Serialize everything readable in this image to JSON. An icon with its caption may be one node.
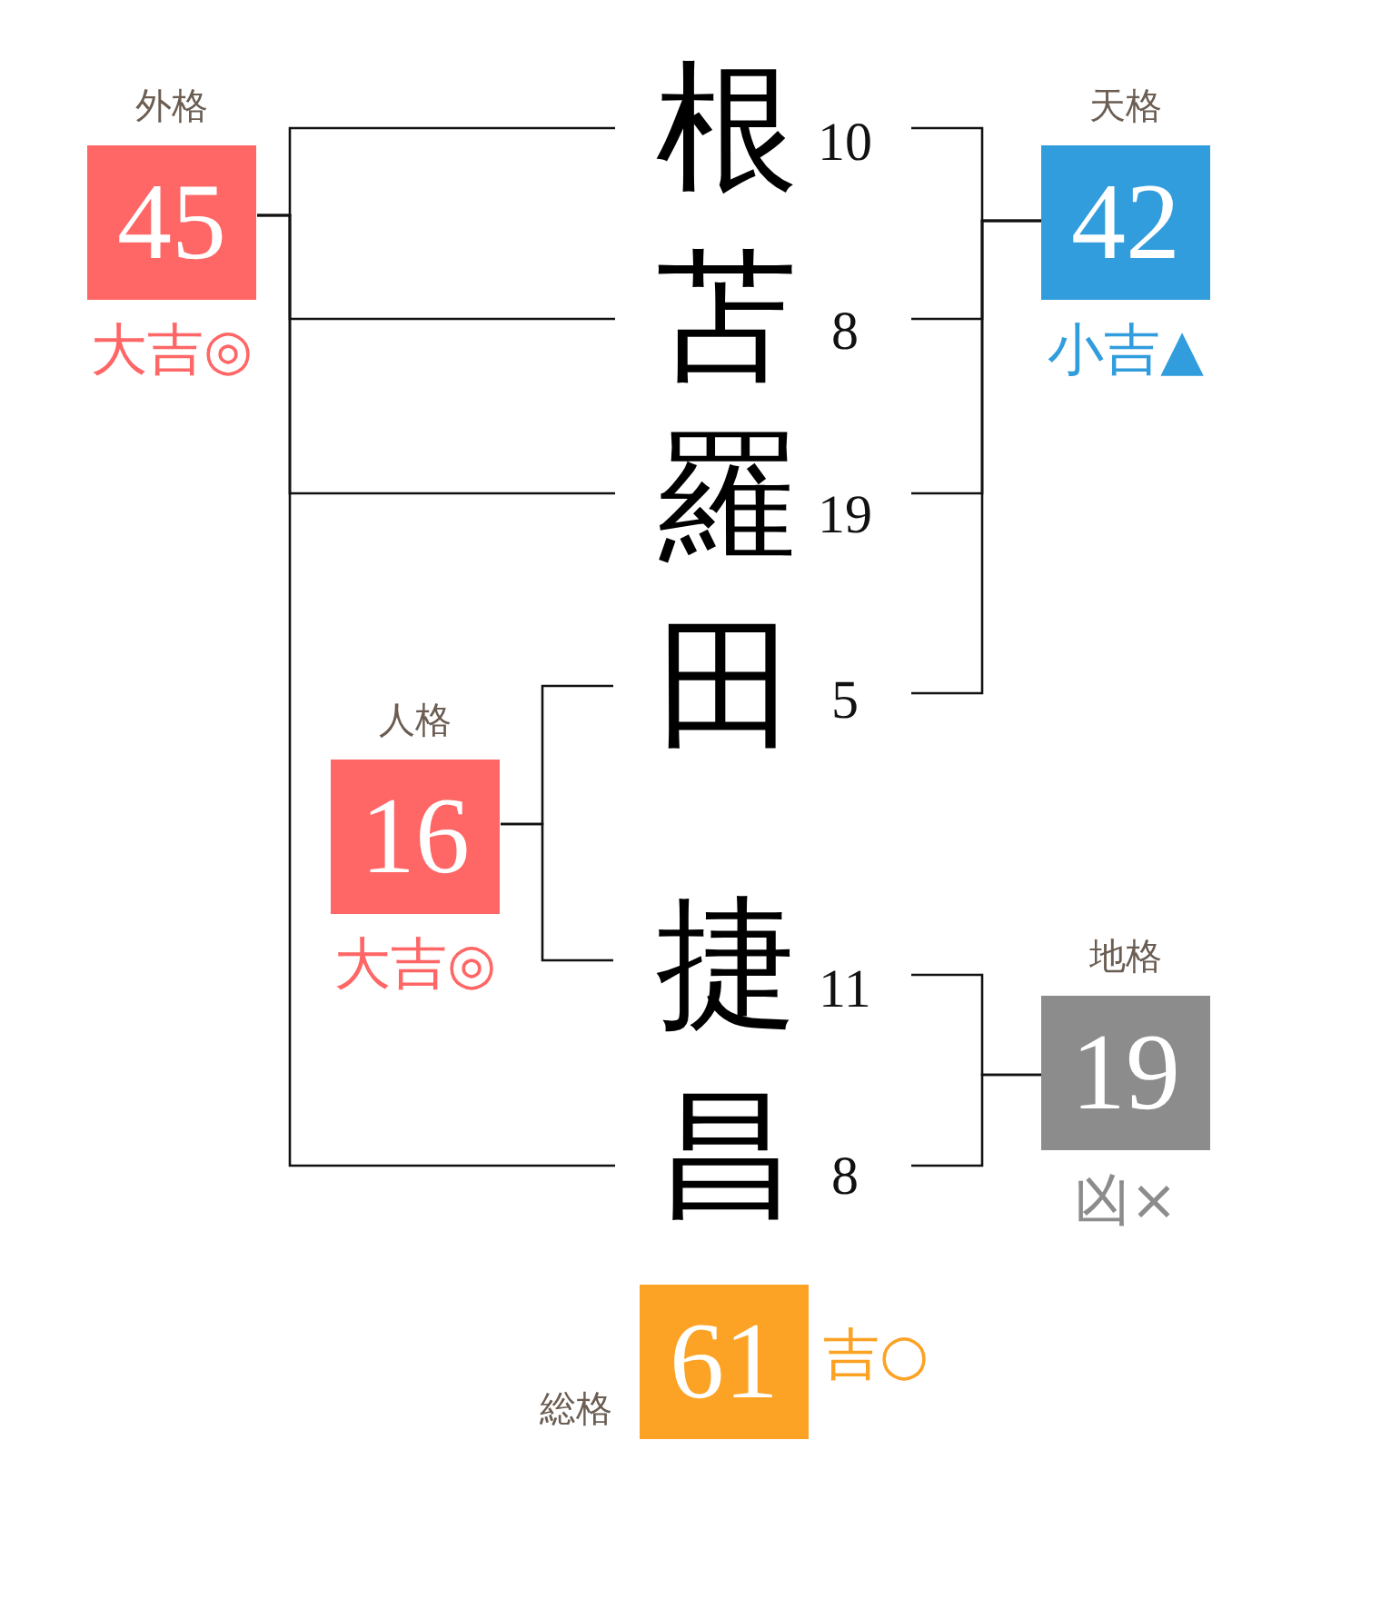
{
  "diagram": {
    "nodes": [
      {
        "text": [
          "根"
        ],
        "beside": [
          "10"
        ]
      },
      {
        "text": [
          "苫"
        ],
        "beside": [
          "8"
        ]
      },
      {
        "text": [
          "羅"
        ],
        "beside": [
          "19"
        ]
      },
      {
        "text": [
          "田"
        ],
        "beside": [
          "5"
        ]
      },
      {
        "text": [
          "捷"
        ],
        "beside": [
          "11"
        ]
      },
      {
        "text": [
          "昌"
        ],
        "beside": [
          "8"
        ]
      },
      {
        "text": [
          "外格",
          "45"
        ],
        "beside": [
          "大吉◎"
        ]
      },
      {
        "text": [
          "天格",
          "42"
        ],
        "beside": [
          "小吉▲"
        ]
      },
      {
        "text": [
          "人格",
          "16"
        ],
        "beside": [
          "大吉◎"
        ]
      },
      {
        "text": [
          "地格",
          "19"
        ],
        "beside": [
          "凶×"
        ]
      },
      {
        "text": [
          "総格",
          "61"
        ],
        "beside": [
          "吉○"
        ]
      }
    ],
    "edges": [
      {
        "from": 6,
        "to": 0,
        "arrow": "none"
      },
      {
        "from": 6,
        "to": 1,
        "arrow": "none"
      },
      {
        "from": 6,
        "to": 2,
        "arrow": "none"
      },
      {
        "from": 6,
        "to": 5,
        "arrow": "none"
      },
      {
        "from": 7,
        "to": 0,
        "arrow": "none"
      },
      {
        "from": 7,
        "to": 1,
        "arrow": "none"
      },
      {
        "from": 7,
        "to": 2,
        "arrow": "none"
      },
      {
        "from": 7,
        "to": 3,
        "arrow": "none"
      },
      {
        "from": 8,
        "to": 3,
        "arrow": "none"
      },
      {
        "from": 8,
        "to": 4,
        "arrow": "none"
      },
      {
        "from": 9,
        "to": 4,
        "arrow": "none"
      },
      {
        "from": 9,
        "to": 5,
        "arrow": "none"
      }
    ]
  }
}
